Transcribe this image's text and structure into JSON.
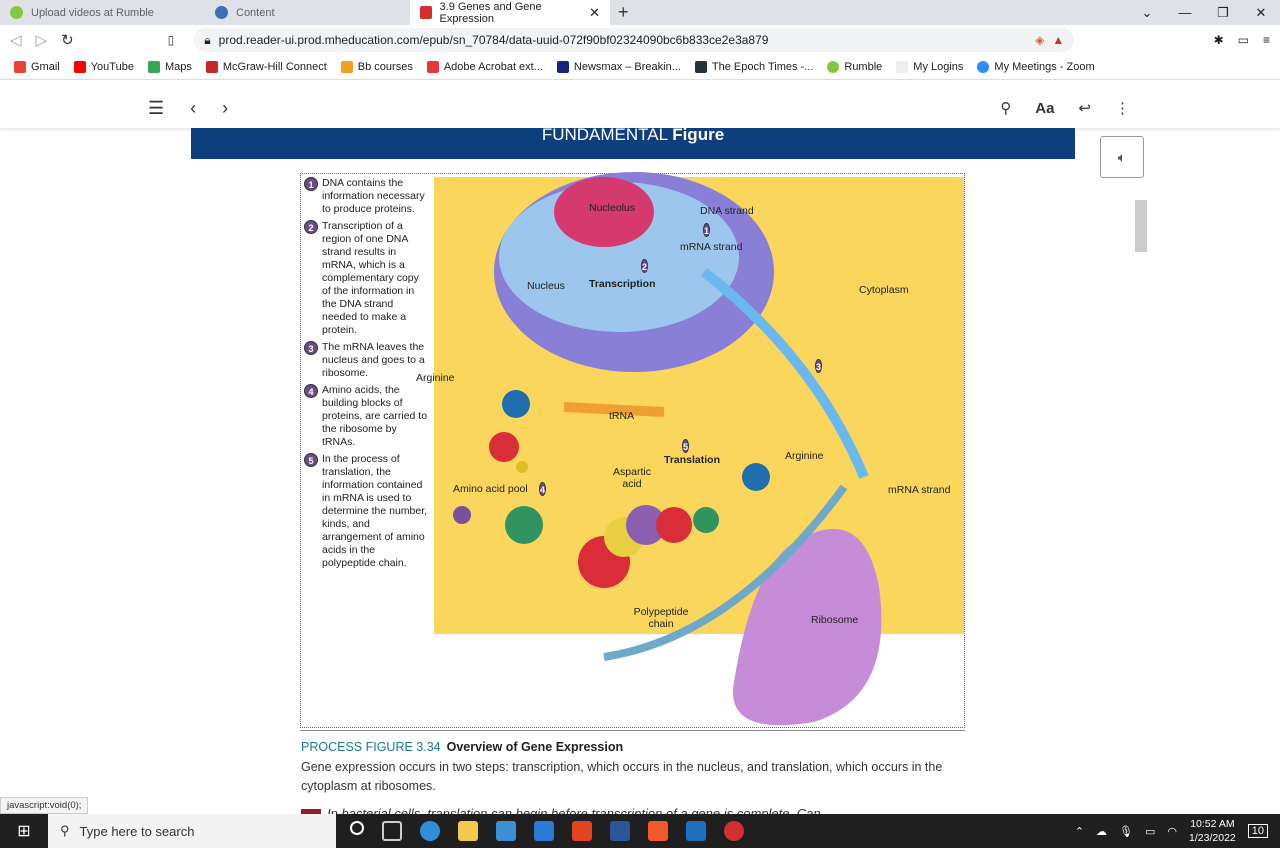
{
  "browser": {
    "tabs": [
      {
        "label": "Upload videos at Rumble",
        "active": false
      },
      {
        "label": "Content",
        "active": false
      },
      {
        "label": "3.9 Genes and Gene Expression",
        "active": true
      }
    ],
    "url": "prod.reader-ui.prod.mheducation.com/epub/sn_70784/data-uuid-072f90bf02324090bc6b833ce2e3a879",
    "bookmarks": [
      "Gmail",
      "YouTube",
      "Maps",
      "McGraw-Hill Connect",
      "Bb courses",
      "Adobe Acrobat ext...",
      "Newsmax – Breakin...",
      "The Epoch Times -...",
      "Rumble",
      "My Logins",
      "My Meetings - Zoom"
    ]
  },
  "reader": {
    "font_button": "Aa"
  },
  "banner": {
    "pre": "FUNDAMENTAL",
    "bold": "Figure"
  },
  "figure": {
    "steps": [
      {
        "n": "1",
        "text": "DNA contains the information necessary to produce proteins."
      },
      {
        "n": "2",
        "text": "Transcription of a region of one DNA strand results in mRNA, which is a complementary copy of the information in the DNA strand needed to make a protein."
      },
      {
        "n": "3",
        "text": "The mRNA leaves the nucleus and goes to a ribosome."
      },
      {
        "n": "4",
        "text": "Amino acids, the building blocks of proteins, are carried to the ribosome by tRNAs."
      },
      {
        "n": "5",
        "text": "In the process of translation, the information contained in mRNA is used to determine the number, kinds, and arrangement of amino acids in the polypeptide chain."
      }
    ],
    "labels": {
      "nucleolus": "Nucleolus",
      "dna_strand": "DNA strand",
      "mrna_strand": "mRNA strand",
      "nucleus": "Nucleus",
      "transcription": "Transcription",
      "cytoplasm": "Cytoplasm",
      "arginine1": "Arginine",
      "trna": "tRNA",
      "translation": "Translation",
      "arginine2": "Arginine",
      "aspartic": "Aspartic acid",
      "amino_pool": "Amino acid pool",
      "mrna_strand2": "mRNA strand",
      "polypeptide": "Polypeptide chain",
      "ribosome": "Ribosome",
      "n1": "1",
      "n2": "2",
      "n3": "3",
      "n4": "4",
      "n5": "5"
    }
  },
  "caption": {
    "label": "PROCESS FIGURE 3.34",
    "title": "Overview of Gene Expression",
    "text": "Gene expression occurs in two steps: transcription, which occurs in the nucleus, and translation, which occurs in the cytoplasm at ribosomes.",
    "next": "In bacterial cells, translation can begin before transcription of a gene is complete. Can"
  },
  "status_bar": "javascript:void(0);",
  "taskbar": {
    "search_placeholder": "Type here to search",
    "time": "10:52 AM",
    "date": "1/23/2022",
    "notifications": "10"
  },
  "colors": {
    "banner": "#0f3e7d",
    "caption_accent": "#1b7a8c",
    "art_bg": "#fbd65c"
  }
}
